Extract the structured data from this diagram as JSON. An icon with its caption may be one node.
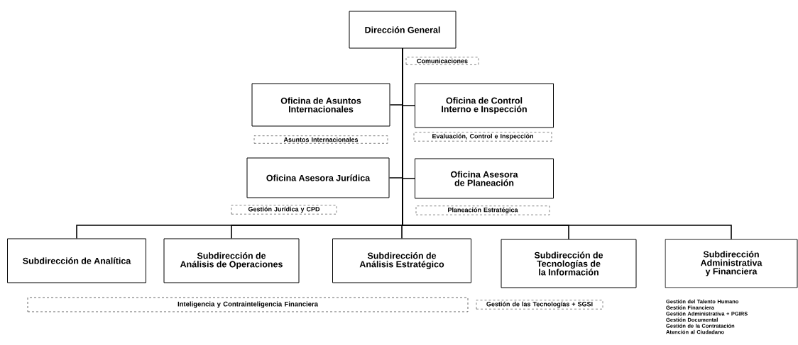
{
  "diagram": {
    "nodes": [
      {
        "text": [
          "Dirección General"
        ],
        "beside": [
          "Comunicaciones"
        ]
      },
      {
        "text": [
          "Oficina de Asuntos Internacionales"
        ],
        "beside": [
          "Asuntos Internacionales"
        ]
      },
      {
        "text": [
          "Oficina de Control Interno e Inspección"
        ],
        "beside": [
          "Evaluación, Control e Inspección"
        ]
      },
      {
        "text": [
          "Oficina Asesora Jurídica"
        ],
        "beside": [
          "Gestión Jurídica y CPD"
        ]
      },
      {
        "text": [
          "Oficina Asesora de Planeación"
        ],
        "beside": [
          "Planeación Estratégica"
        ]
      },
      {
        "text": [
          "Subdirección de Analítica"
        ]
      },
      {
        "text": [
          "Subdirección de Análisis de Operaciones"
        ]
      },
      {
        "text": [
          "Subdirección de Análisis Estratégico"
        ]
      },
      {
        "text": [
          "Subdirección de Tecnologías de la Información"
        ],
        "beside": [
          "Gestión de las Tecnologías + SGSI"
        ]
      },
      {
        "text": [
          "Subdirección Administrativa y Financiera"
        ],
        "beside": [
          "Gestión del Talento Humano",
          "Gestión Financiera",
          "Gestión Administrativa + PGIRS",
          "Gestión Documental",
          "Gestión de la Contratación",
          "Atención al Ciudadano"
        ]
      },
      {
        "text": [
          "Inteligencia y Contrainteligencia Financiera"
        ]
      }
    ],
    "edges": [
      {
        "from": 0,
        "to": 1,
        "arrow": "none"
      },
      {
        "from": 0,
        "to": 2,
        "arrow": "none"
      },
      {
        "from": 0,
        "to": 3,
        "arrow": "none"
      },
      {
        "from": 0,
        "to": 4,
        "arrow": "none"
      },
      {
        "from": 0,
        "to": 5,
        "arrow": "none"
      },
      {
        "from": 0,
        "to": 6,
        "arrow": "none"
      },
      {
        "from": 0,
        "to": 7,
        "arrow": "none"
      },
      {
        "from": 0,
        "to": 8,
        "arrow": "none"
      },
      {
        "from": 0,
        "to": 9,
        "arrow": "none"
      }
    ]
  }
}
